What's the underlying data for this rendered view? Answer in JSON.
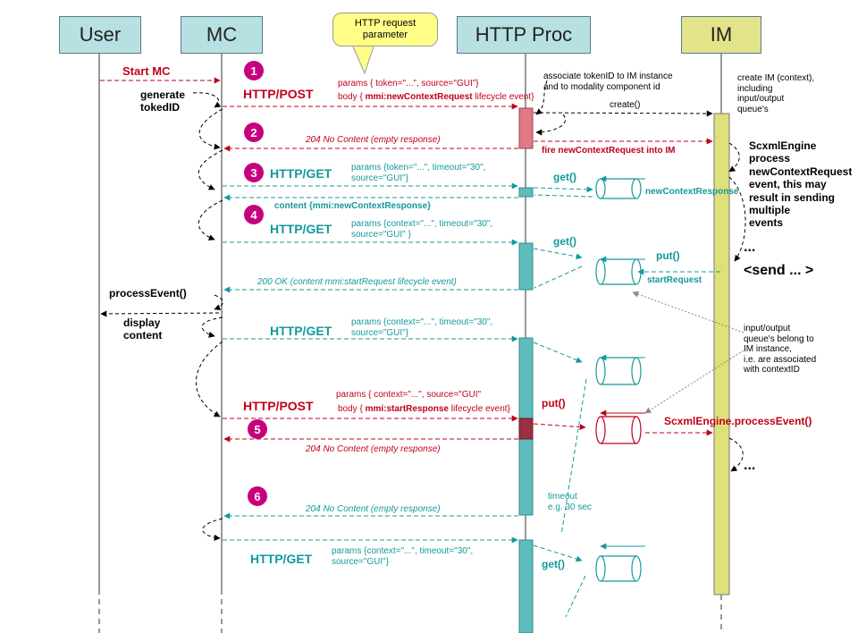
{
  "lifelines": {
    "user": "User",
    "mc": "MC",
    "httpproc": "HTTP Proc",
    "im": "IM"
  },
  "colors": {
    "lifeline_box": "#b7e0e2",
    "im_box": "#e3e38a",
    "im_activation": "#e0e07a",
    "post_color": "#c0001a",
    "get_color": "#14999b",
    "badge": "#c7007d",
    "callout": "#ffff88"
  },
  "callout": {
    "line1": "HTTP request",
    "line2": "parameter"
  },
  "badges": [
    "1",
    "2",
    "3",
    "4",
    "5",
    "6"
  ],
  "labels": {
    "start_mc": "Start MC",
    "generate1": "generate",
    "generate2": "tokedID",
    "post1": "HTTP/POST",
    "post1_params": "params { token=\"...\", source=\"GUI\"}",
    "post1_body_a": "body {",
    "post1_body_b": "mmi:newContextRequest",
    "post1_body_c": "lifecycle event}",
    "associate1": "associate tokenID to IM instance",
    "associate2": "and to modality component id",
    "create": "create()",
    "create_im1": "create IM (context),",
    "create_im2": "including",
    "create_im3": "input/output",
    "create_im4": "queue's",
    "nocontent1": "204 No Content (empty response)",
    "fire": "fire newContextRequest into IM",
    "scxml1": "ScxmlEngine",
    "scxml2": "process",
    "scxml3": "newContextRequest",
    "scxml4": "event, this may",
    "scxml5": "result in sending",
    "scxml6": "multiple",
    "scxml7": "events",
    "get1": "HTTP/GET",
    "get1_params1": "params {token=\"...\", timeout=\"30\",",
    "get1_params2": "source=\"GUI\"}",
    "get_call1": "get()",
    "newctx_resp": "newContextResponse",
    "content": "content {mmi:newContextResponse}",
    "get2": "HTTP/GET",
    "get2_params1": "params {context=\"...\", timeout=\"30\",",
    "get2_params2": "source=\"GUI\" }",
    "get_call2": "get()",
    "put1": "put()",
    "ellipsis1": "...",
    "send": "<send ... >",
    "start_request": "startRequest",
    "ok200": "200 OK (content mmi:startRequest lifecycle event)",
    "process_event": "processEvent()",
    "display1": "display",
    "display2": "content",
    "get3": "HTTP/GET",
    "get3_params1": "params {context=\"...\", timeout=\"30\",",
    "get3_params2": "source=\"GUI\"}",
    "queue_note1": "input/output",
    "queue_note2": "queue's belong to",
    "queue_note3": "IM instance,",
    "queue_note4": "i.e. are associated",
    "queue_note5": "with contextID",
    "post2": "HTTP/POST",
    "post2_params": "params { context=\"...\", source=\"GUI\"",
    "post2_body_a": "body {",
    "post2_body_b": "mmi:startResponse",
    "post2_body_c": "lifecycle event}",
    "put2": "put()",
    "process_event2": "ScxmlEngine.processEvent()",
    "nocontent2": "204 No Content (empty response)",
    "ellipsis2": "...",
    "timeout1": "timeout",
    "timeout2": "e.g. 30 sec",
    "nocontent3": "204  No Content (empty response)",
    "get4": "HTTP/GET",
    "get4_params1": "params {context=\"...\", timeout=\"30\",",
    "get4_params2": "source=\"GUI\"}",
    "get_call4": "get()"
  }
}
